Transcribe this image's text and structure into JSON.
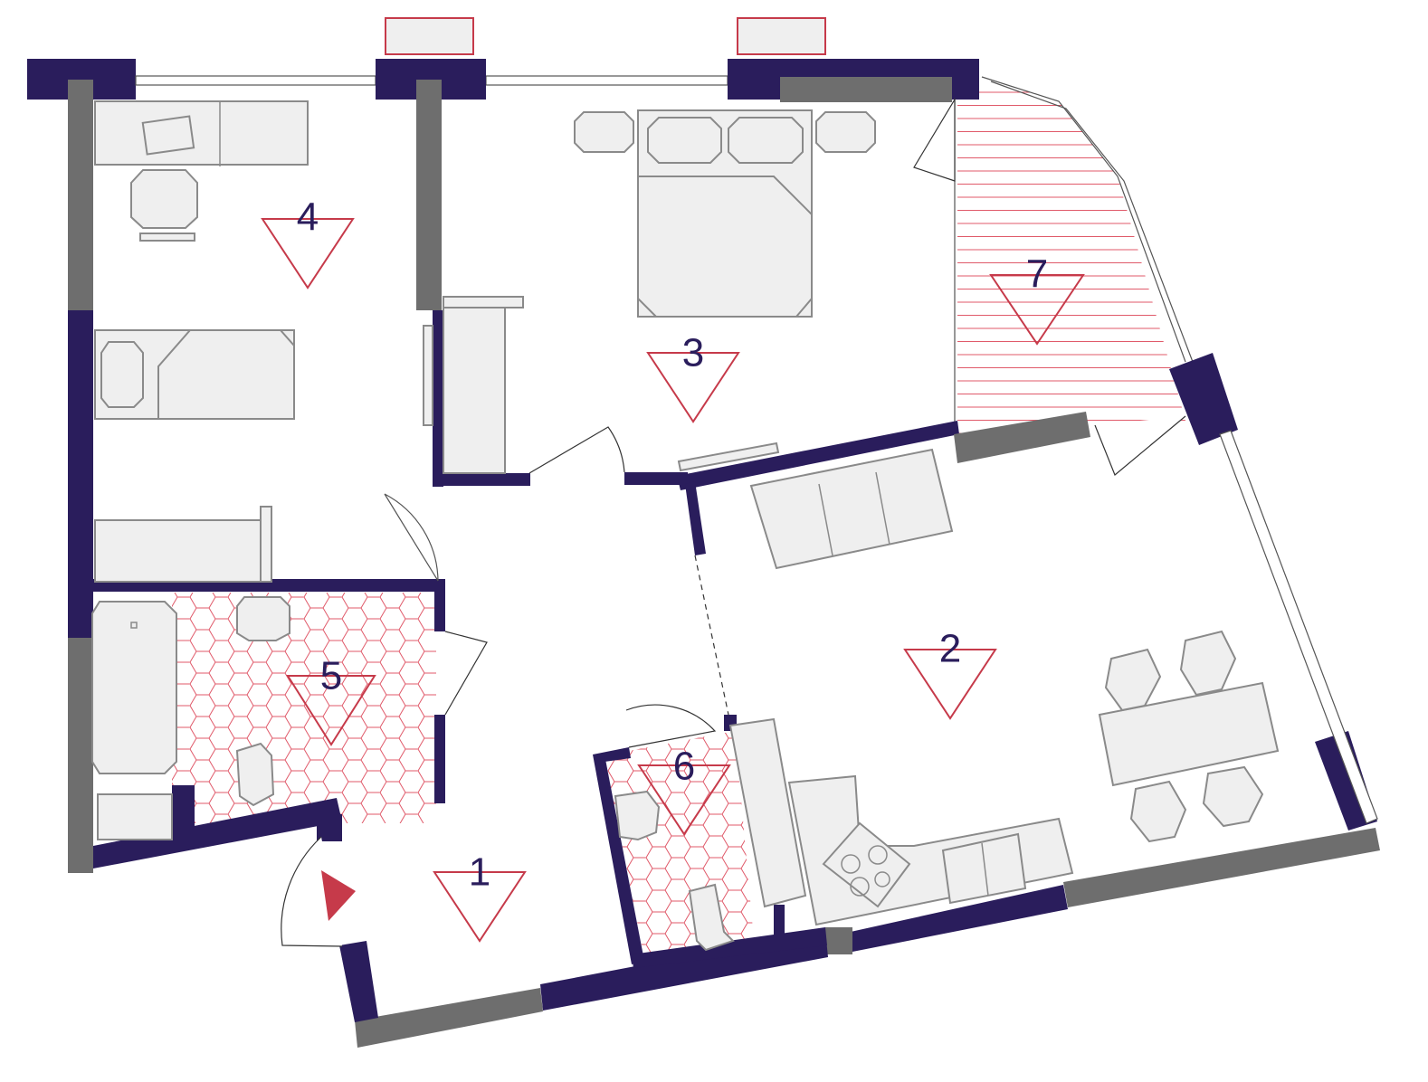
{
  "rooms": [
    {
      "number": "1"
    },
    {
      "number": "2"
    },
    {
      "number": "3"
    },
    {
      "number": "4"
    },
    {
      "number": "5"
    },
    {
      "number": "6"
    },
    {
      "number": "7"
    }
  ],
  "colors": {
    "wall": "#2a1d5c",
    "wall_alt": "#6e6e6e",
    "accent": "#c63a4a",
    "tile": "#e05a6a",
    "furniture": "#efefef"
  }
}
